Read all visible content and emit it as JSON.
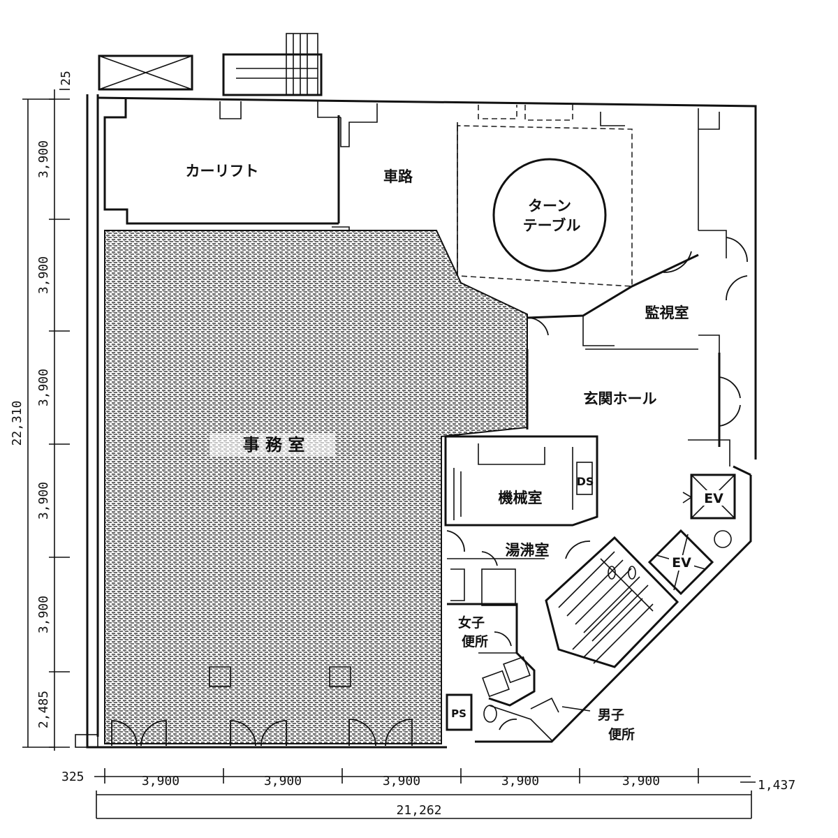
{
  "rooms": {
    "car_lift": "カーリフト",
    "driveway": "車路",
    "turntable_line1": "ターン",
    "turntable_line2": "テーブル",
    "office": "事 務 室",
    "monitor_room": "監視室",
    "entrance_hall": "玄関ホール",
    "machine_room": "機械室",
    "kitchenette": "湯沸室",
    "womens_toilet_line1": "女子",
    "womens_toilet_line2": "便所",
    "mens_toilet_line1": "男子",
    "mens_toilet_line2": "便所",
    "ds": "DS",
    "ps": "PS",
    "ev1": "EV",
    "ev2": "EV"
  },
  "dimensions": {
    "top_offset": "25",
    "vertical": [
      "3,900",
      "3,900",
      "3,900",
      "3,900",
      "3,900",
      "2,485"
    ],
    "total_height": "22,310",
    "left_offset": "325",
    "horizontal": [
      "3,900",
      "3,900",
      "3,900",
      "3,900",
      "3,900"
    ],
    "right_offset": "1,437",
    "total_width": "21,262"
  },
  "colors": {
    "ink": "#111111",
    "hatch": "#4a4a4a",
    "paper": "#ffffff"
  }
}
